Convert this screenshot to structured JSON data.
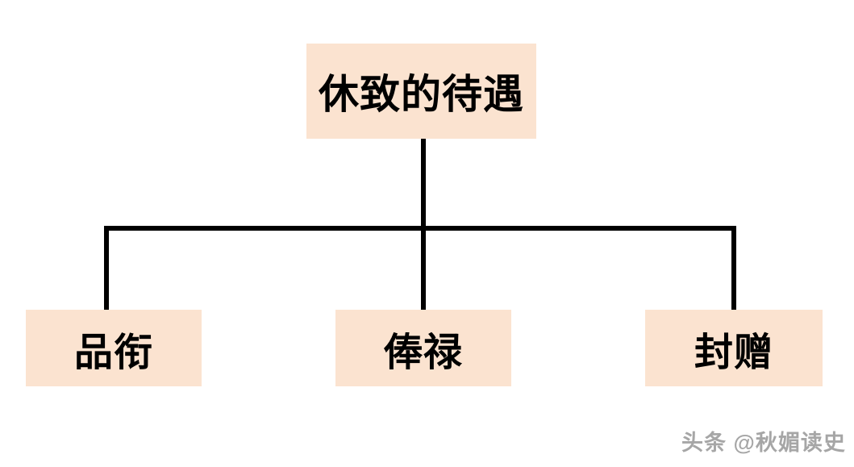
{
  "diagram": {
    "type": "tree",
    "root": {
      "label": "休致的待遇"
    },
    "children": [
      {
        "label": "品衔"
      },
      {
        "label": "俸禄"
      },
      {
        "label": "封赠"
      }
    ]
  },
  "watermark": {
    "text": "头条 @秋媚读史"
  },
  "colors": {
    "background": "#FFFFFF",
    "box_fill": "#FBE3D0",
    "connector_line": "#000000",
    "node_text": "#000000",
    "watermark_text": "#969696"
  }
}
